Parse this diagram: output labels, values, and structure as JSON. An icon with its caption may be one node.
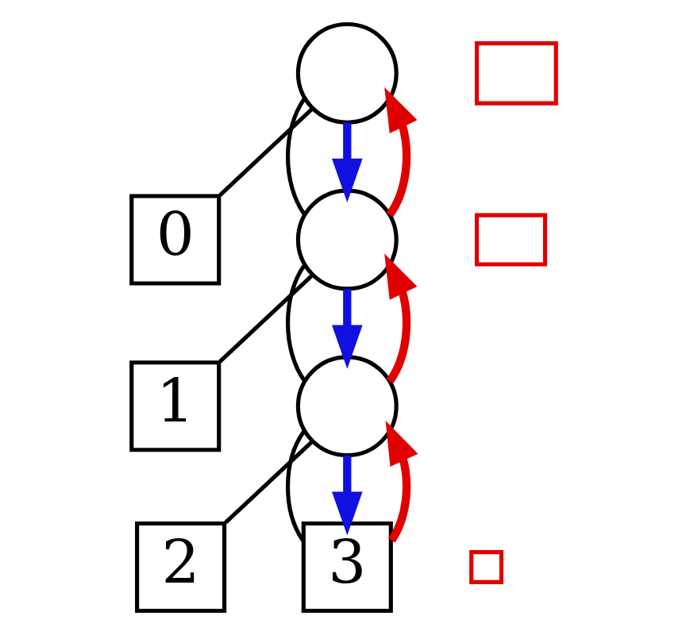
{
  "diagram": {
    "nodes": [
      {
        "text": [],
        "shape": "circle"
      },
      {
        "text": [
          "0"
        ]
      },
      {
        "text": [],
        "shape": "circle"
      },
      {
        "text": [
          "1"
        ]
      },
      {
        "text": [],
        "shape": "circle"
      },
      {
        "text": [
          "2"
        ]
      },
      {
        "text": [
          "3"
        ]
      },
      {
        "text": [],
        "shape": "box"
      },
      {
        "text": [],
        "shape": "box"
      },
      {
        "text": [],
        "shape": "box"
      }
    ],
    "edges": [
      {
        "from": 0,
        "to": 1,
        "arrow": "none"
      },
      {
        "from": 0,
        "to": 2,
        "arrow": "none"
      },
      {
        "from": 2,
        "to": 3,
        "arrow": "none"
      },
      {
        "from": 2,
        "to": 4,
        "arrow": "none"
      },
      {
        "from": 4,
        "to": 5,
        "arrow": "none"
      },
      {
        "from": 4,
        "to": 6,
        "arrow": "none"
      },
      {
        "from": 0,
        "to": 2,
        "arrow": "to",
        "style": "thick",
        "color": "#1010e0"
      },
      {
        "from": 2,
        "to": 4,
        "arrow": "to",
        "style": "thick",
        "color": "#1010e0"
      },
      {
        "from": 4,
        "to": 6,
        "arrow": "to",
        "style": "thick",
        "color": "#1010e0"
      },
      {
        "from": 2,
        "to": 0,
        "arrow": "to",
        "style": "thick",
        "color": "#e00000"
      },
      {
        "from": 4,
        "to": 2,
        "arrow": "to",
        "style": "thick",
        "color": "#e00000"
      },
      {
        "from": 6,
        "to": 4,
        "arrow": "to",
        "style": "thick",
        "color": "#e00000"
      }
    ]
  }
}
